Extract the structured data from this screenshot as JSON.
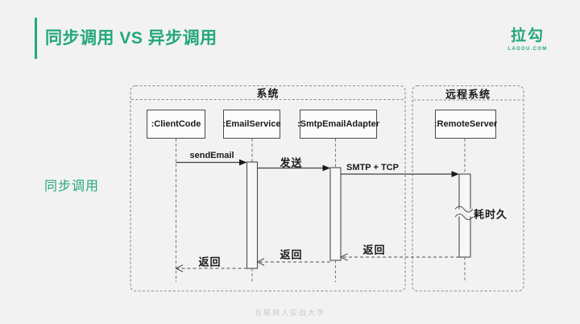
{
  "slide": {
    "title": "同步调用 VS 异步调用",
    "section_label": "同步调用",
    "watermark": "互联网人实战大学"
  },
  "logo": {
    "name": "拉勾",
    "domain": "LAGOU.COM"
  },
  "colors": {
    "accent": "#23a77c",
    "background": "#f2f2f2",
    "diagram_line": "#4a4a4a"
  },
  "diagram": {
    "frames": [
      {
        "title": "系统"
      },
      {
        "title": "远程系统"
      }
    ],
    "objects": [
      {
        "label": ":ClientCode"
      },
      {
        "label": ":EmailService"
      },
      {
        "label": ":SmtpEmailAdapter"
      },
      {
        "label": ":RemoteServer"
      }
    ],
    "messages": [
      {
        "label": "sendEmail",
        "type": "sync",
        "from": ":ClientCode",
        "to": ":EmailService"
      },
      {
        "label": "发送",
        "type": "sync",
        "from": ":EmailService",
        "to": ":SmtpEmailAdapter"
      },
      {
        "label": "SMTP + TCP",
        "type": "sync",
        "from": ":SmtpEmailAdapter",
        "to": ":RemoteServer"
      },
      {
        "label": "返回",
        "type": "return",
        "from": ":RemoteServer",
        "to": ":SmtpEmailAdapter"
      },
      {
        "label": "返回",
        "type": "return",
        "from": ":SmtpEmailAdapter",
        "to": ":EmailService"
      },
      {
        "label": "返回",
        "type": "return",
        "from": ":EmailService",
        "to": ":ClientCode"
      }
    ],
    "annotation": {
      "label": "耗时久"
    }
  }
}
